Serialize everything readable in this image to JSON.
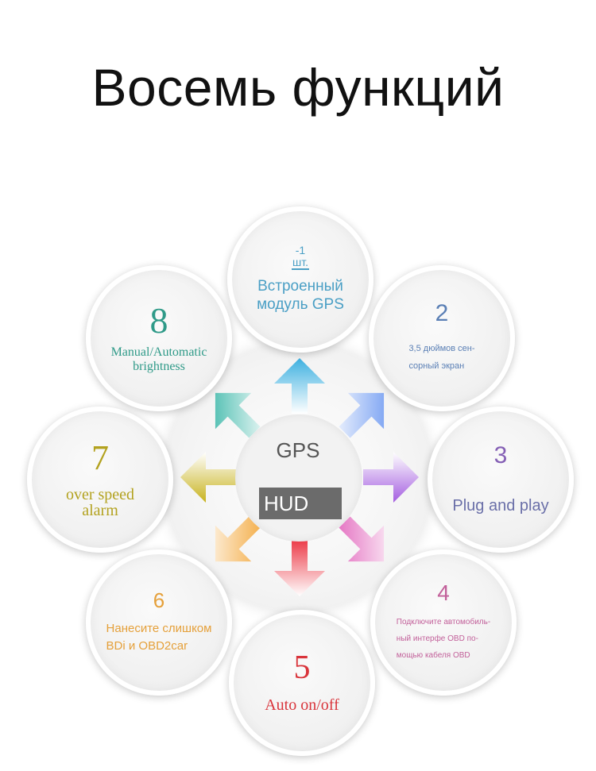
{
  "title": "Восемь функций",
  "center": {
    "gps": "GPS",
    "hud": "HUD"
  },
  "nodes": [
    {
      "id": "1",
      "number": "-1\nшт.",
      "text": "Встроенный\nмодуль GPS",
      "color": "#4a9fc5"
    },
    {
      "id": "2",
      "number": "2",
      "text": "3,5 дюймов сен-\nсорный экран",
      "color": "#5a7fb5"
    },
    {
      "id": "3",
      "number": "3",
      "text": "Plug and play",
      "color": "#8560b5"
    },
    {
      "id": "4",
      "number": "4",
      "text": "Подключите автомобиль-\nный интерфе OBD по-\nмощью кабеля OBD",
      "color": "#c2609a"
    },
    {
      "id": "5",
      "number": "5",
      "text": "Auto on/off",
      "color": "#d9343b"
    },
    {
      "id": "6",
      "number": "6",
      "text": "Нанесите слишком\nBDi и OBD2car",
      "color": "#e5a03a"
    },
    {
      "id": "7",
      "number": "7",
      "text": "over speed\nalarm",
      "color": "#b3a21f"
    },
    {
      "id": "8",
      "number": "8",
      "text": "Manual/Automatic\nbrightness",
      "color": "#2f9a88"
    }
  ],
  "arrow_colors": {
    "up": "#3db0e0",
    "up_right": "#5f8ff0",
    "right": "#a45de0",
    "down_right": "#e05cb8",
    "down": "#ec3d4a",
    "down_left": "#f2a12c",
    "left": "#c8b31e",
    "up_left": "#28b0a0"
  }
}
